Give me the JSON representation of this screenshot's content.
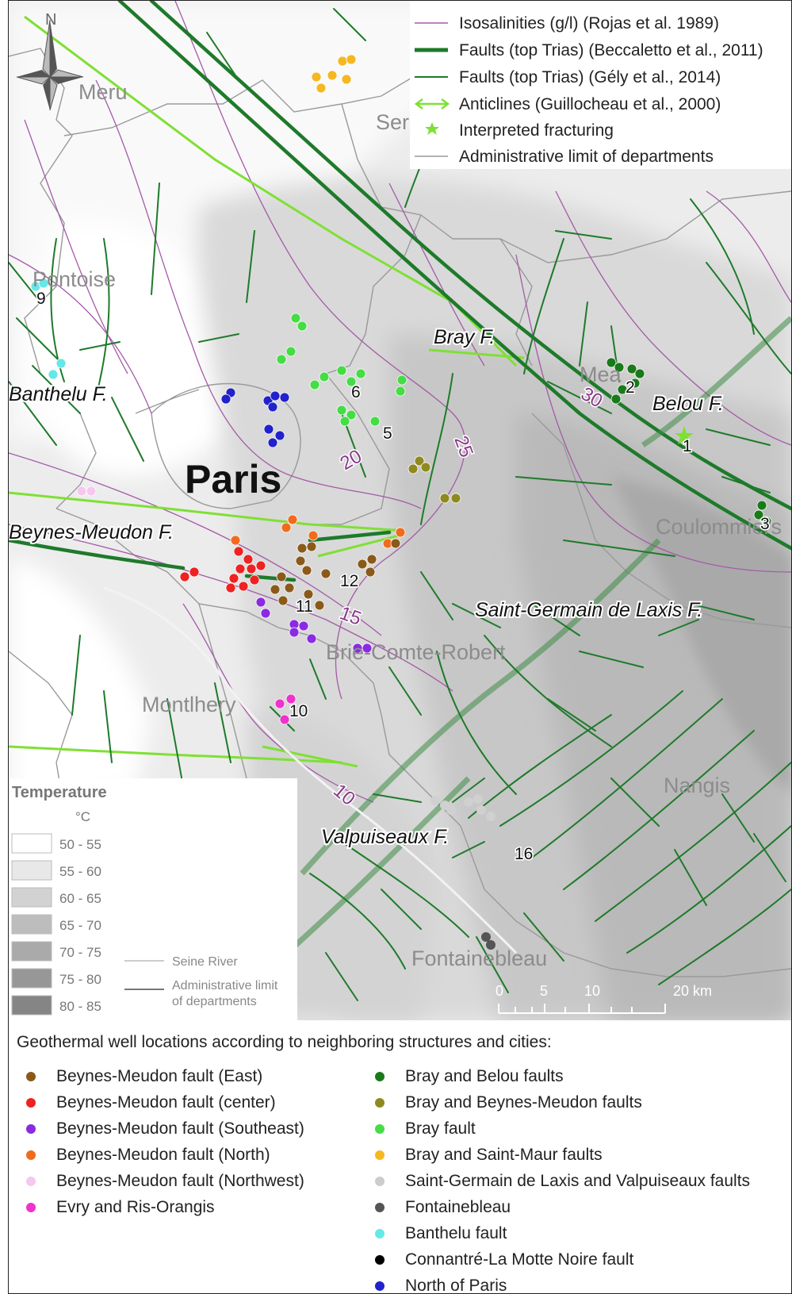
{
  "legend": {
    "items": [
      {
        "label": "Isosalinities (g/l) (Rojas et al. 1989)",
        "style": "iso"
      },
      {
        "label": "Faults (top Trias) (Beccaletto et al., 2011)",
        "style": "fault-thick"
      },
      {
        "label": "Faults (top Trias) (Gély et al., 2014)",
        "style": "fault-thin"
      },
      {
        "label": "Anticlines (Guillocheau et al.,  2000)",
        "style": "anticline"
      },
      {
        "label": "Interpreted fracturing",
        "style": "star"
      },
      {
        "label": "Administrative limit of departments",
        "style": "admin"
      }
    ]
  },
  "compass": {
    "north_label": "N"
  },
  "cities": {
    "meru": "Meru",
    "senlis": "Ser",
    "pontoise": "Pontoise",
    "meaux": "Mea",
    "coulommiers": "Coulommiers",
    "brie": "Brie-Comte-Robert",
    "montlhery": "Montlhery",
    "nangis": "Nangis",
    "fontainebleau": "Fontainebleau",
    "paris": "Paris"
  },
  "faults": {
    "bray": "Bray F.",
    "banthelu": "Banthelu F.",
    "belou": "Belou F.",
    "beynes": "Beynes-Meudon F.",
    "saint_germain": "Saint-Germain de Laxis F.",
    "valpuiseaux": "Valpuiseaux F."
  },
  "isolines": {
    "v30": "30",
    "v25": "25",
    "v20": "20",
    "v15": "15",
    "v10": "10"
  },
  "well_numbers": {
    "n1": "1",
    "n2": "2",
    "n3": "3",
    "n5": "5",
    "n6": "6",
    "n9": "9",
    "n10": "10",
    "n11": "11",
    "n12": "12",
    "n16": "16"
  },
  "temperature_legend": {
    "title": "Temperature",
    "unit": "°C",
    "classes": [
      {
        "label": "50 - 55",
        "color": "#ffffff"
      },
      {
        "label": "55 - 60",
        "color": "#e8e8e8"
      },
      {
        "label": "60 - 65",
        "color": "#d2d2d2"
      },
      {
        "label": "65 - 70",
        "color": "#bdbdbd"
      },
      {
        "label": "70 - 75",
        "color": "#aaaaaa"
      },
      {
        "label": "75 - 80",
        "color": "#979797"
      },
      {
        "label": "80 - 85",
        "color": "#858585"
      }
    ],
    "seine_river": "Seine River",
    "admin_line1": "Administrative limit",
    "admin_line2": "of departments"
  },
  "scale": {
    "ticks": [
      "0",
      "5",
      "10",
      "20 km"
    ]
  },
  "wells_legend": {
    "title": "Geothermal well locations according to neighboring structures and cities:",
    "left": [
      {
        "label": "Beynes-Meudon fault (East)",
        "color": "#8b5a1a"
      },
      {
        "label": "Beynes-Meudon fault (center)",
        "color": "#ee2222"
      },
      {
        "label": "Beynes-Meudon fault (Southeast)",
        "color": "#8a2be2"
      },
      {
        "label": "Beynes-Meudon fault (North)",
        "color": "#f26b1d"
      },
      {
        "label": "Beynes-Meudon fault (Northwest)",
        "color": "#f6c8ee"
      },
      {
        "label": "Evry and Ris-Orangis",
        "color": "#ee33cc"
      }
    ],
    "right": [
      {
        "label": "Bray and Belou faults",
        "color": "#1a7a1a"
      },
      {
        "label": "Bray and Beynes-Meudon faults",
        "color": "#8f8a1f"
      },
      {
        "label": "Bray fault",
        "color": "#44dd44"
      },
      {
        "label": "Bray and Saint-Maur faults",
        "color": "#f5b820"
      },
      {
        "label": "Saint-Germain de Laxis and Valpuiseaux faults",
        "color": "#cccccc"
      },
      {
        "label": "Fontainebleau",
        "color": "#555555"
      },
      {
        "label": "Banthelu fault",
        "color": "#66e8e8"
      },
      {
        "label": "Connantré-La Motte Noire fault",
        "color": "#000000"
      },
      {
        "label": "North of Paris",
        "color": "#2222cc"
      }
    ]
  },
  "colors": {
    "fault": "#1e7a2a",
    "anticline": "#7fe034",
    "isosalinity": "#a45aa8",
    "admin": "#9a9a9a",
    "isolabel": "#8a3a8a"
  }
}
